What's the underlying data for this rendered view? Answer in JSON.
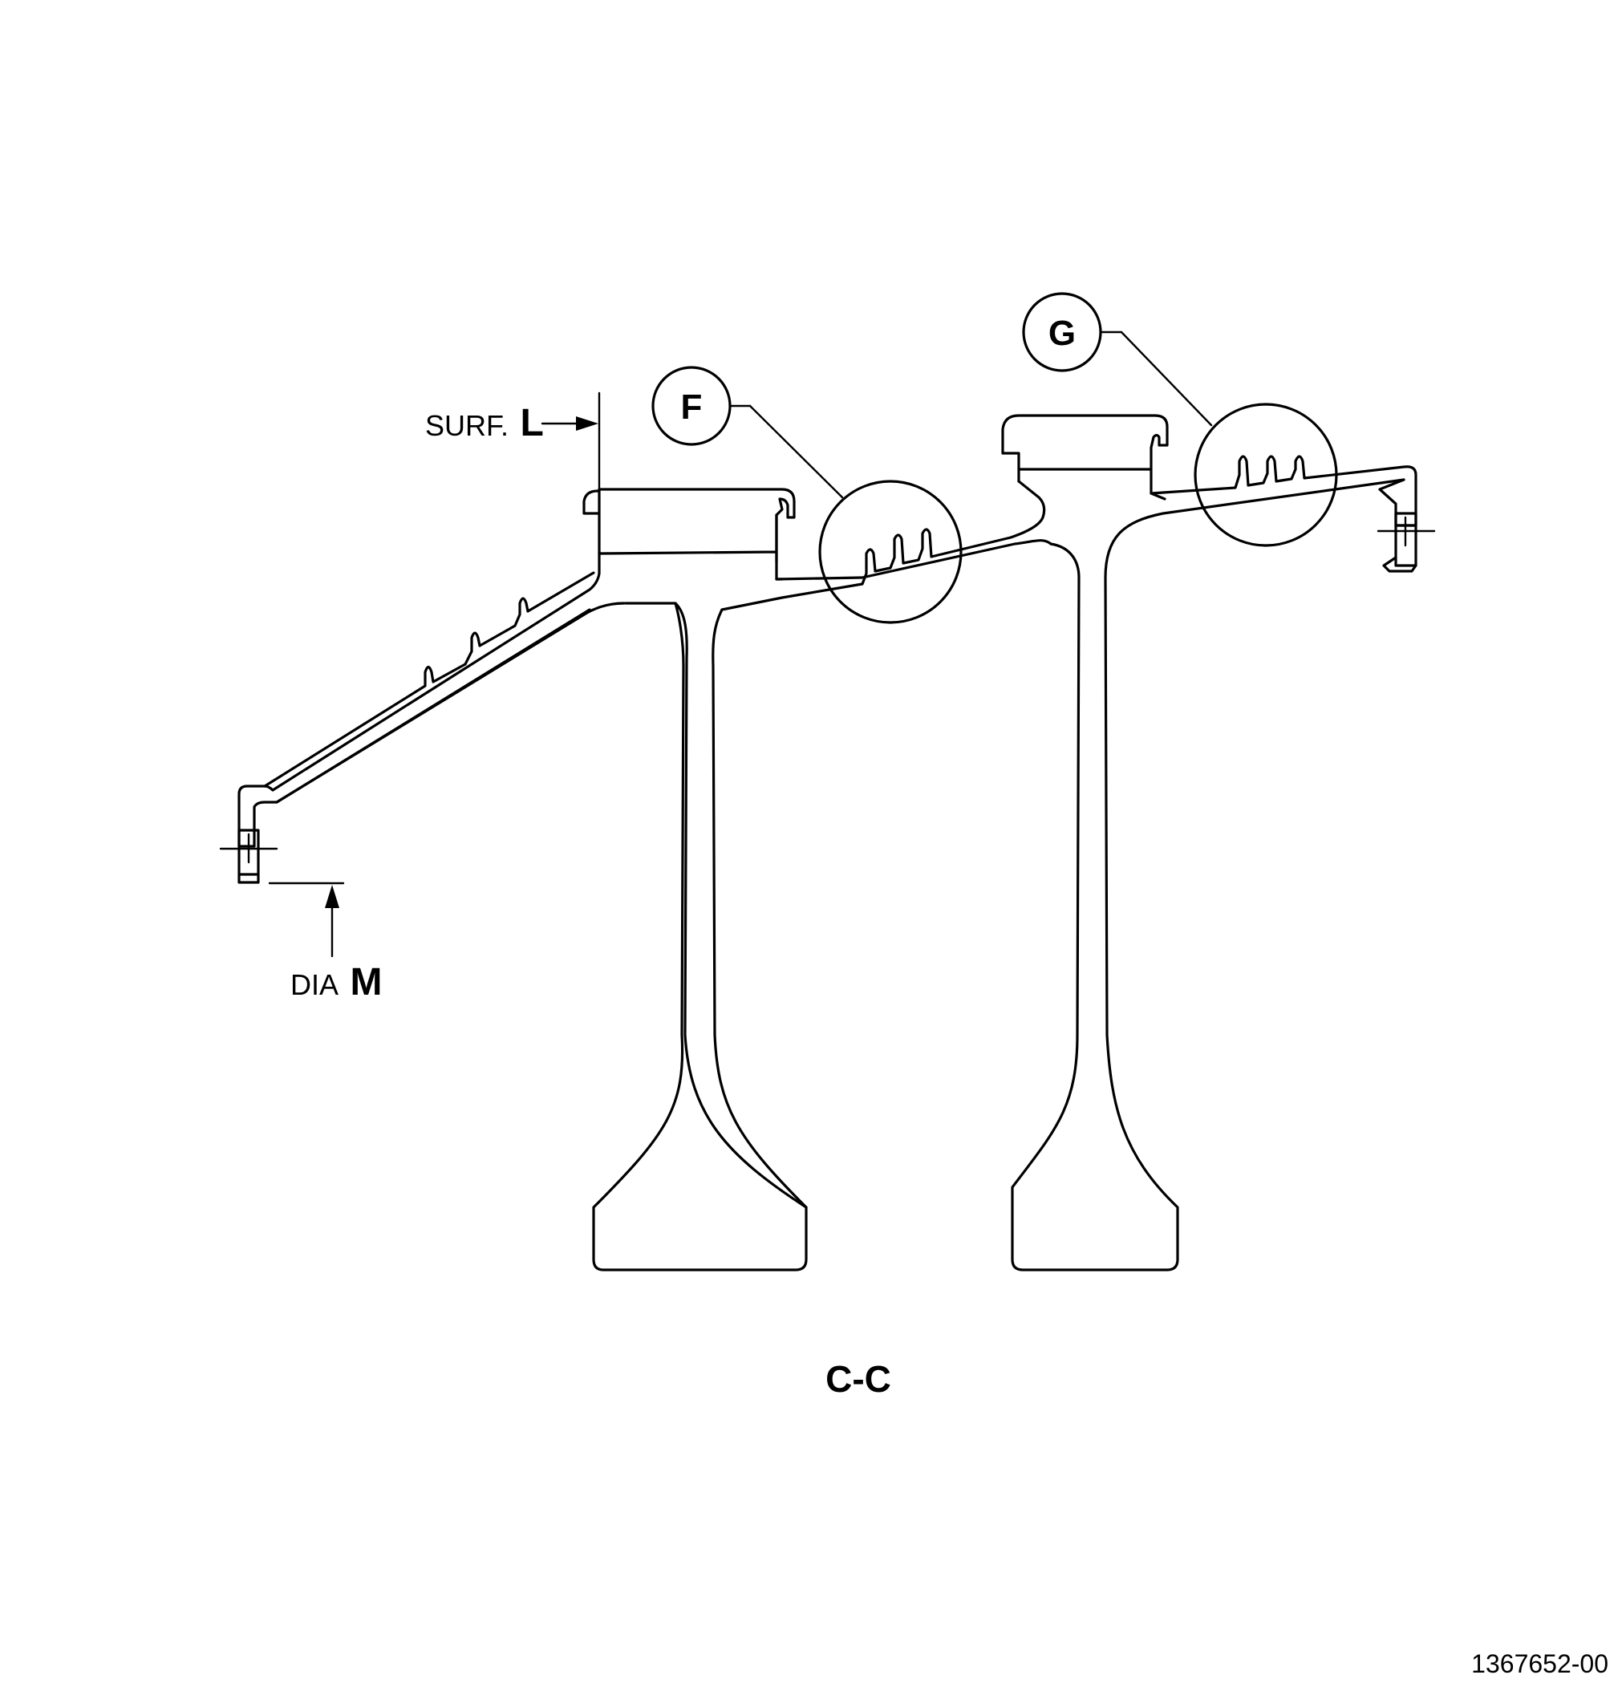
{
  "drawing": {
    "section_label": "C-C",
    "figure_number": "1367652-00",
    "surface_label": {
      "prefix": "SURF.",
      "letter": "L"
    },
    "diameter_label": {
      "prefix": "DIA",
      "letter": "M"
    },
    "detail_callouts": [
      "F",
      "G"
    ]
  }
}
